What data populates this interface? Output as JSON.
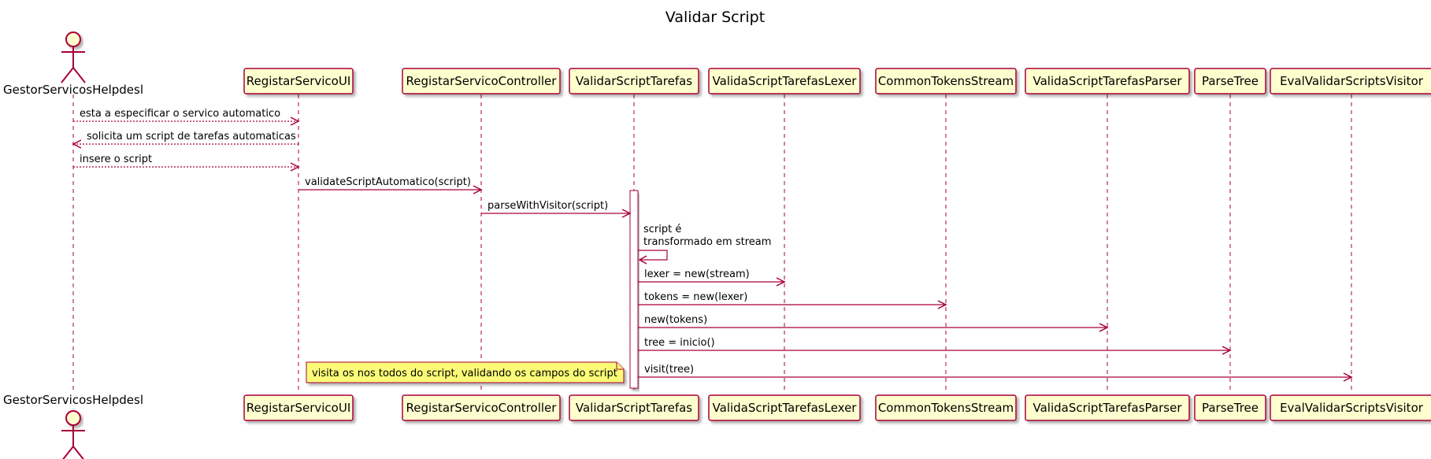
{
  "title": "Validar Script",
  "colors": {
    "box_fill": "#FEFECE",
    "box_border": "#A80036",
    "arrow": "#A80036",
    "note_fill": "#FBFB77",
    "activation_fill": "#FFFFFF",
    "lifeline": "#A80036"
  },
  "actor": {
    "name": "GestorServicosHelpdesl",
    "icon": "stick-figure-actor-icon"
  },
  "participants": [
    {
      "name": "RegistarServicoUI"
    },
    {
      "name": "RegistarServicoController"
    },
    {
      "name": "ValidarScriptTarefas"
    },
    {
      "name": "ValidaScriptTarefasLexer"
    },
    {
      "name": "CommonTokensStream"
    },
    {
      "name": "ValidaScriptTarefasParser"
    },
    {
      "name": "ParseTree"
    },
    {
      "name": "EvalValidarScriptsVisitor"
    }
  ],
  "messages": [
    {
      "from": "GestorServicosHelpdesl",
      "to": "RegistarServicoUI",
      "label": "esta a especificar o servico automatico",
      "style": "dashed"
    },
    {
      "from": "RegistarServicoUI",
      "to": "GestorServicosHelpdesl",
      "label": "solicita um script de tarefas automaticas",
      "style": "dashed"
    },
    {
      "from": "GestorServicosHelpdesl",
      "to": "RegistarServicoUI",
      "label": "insere o script",
      "style": "dashed"
    },
    {
      "from": "RegistarServicoUI",
      "to": "RegistarServicoController",
      "label": "validateScriptAutomatico(script)",
      "style": "solid"
    },
    {
      "from": "RegistarServicoController",
      "to": "ValidarScriptTarefas",
      "label": "parseWithVisitor(script)",
      "style": "solid"
    },
    {
      "from": "ValidarScriptTarefas",
      "to": "ValidarScriptTarefas",
      "label": [
        "script é",
        "transformado em stream"
      ],
      "style": "self"
    },
    {
      "from": "ValidarScriptTarefas",
      "to": "ValidaScriptTarefasLexer",
      "label": "lexer = new(stream)",
      "style": "solid"
    },
    {
      "from": "ValidarScriptTarefas",
      "to": "CommonTokensStream",
      "label": "tokens = new(lexer)",
      "style": "solid"
    },
    {
      "from": "ValidarScriptTarefas",
      "to": "ValidaScriptTarefasParser",
      "label": "new(tokens)",
      "style": "solid"
    },
    {
      "from": "ValidarScriptTarefas",
      "to": "ParseTree",
      "label": "tree = inicio()",
      "style": "solid"
    },
    {
      "from": "ValidarScriptTarefas",
      "to": "EvalValidarScriptsVisitor",
      "label": "visit(tree)",
      "style": "solid"
    }
  ],
  "note": {
    "text": "visita os nos todos do script, validando os campos do script"
  }
}
